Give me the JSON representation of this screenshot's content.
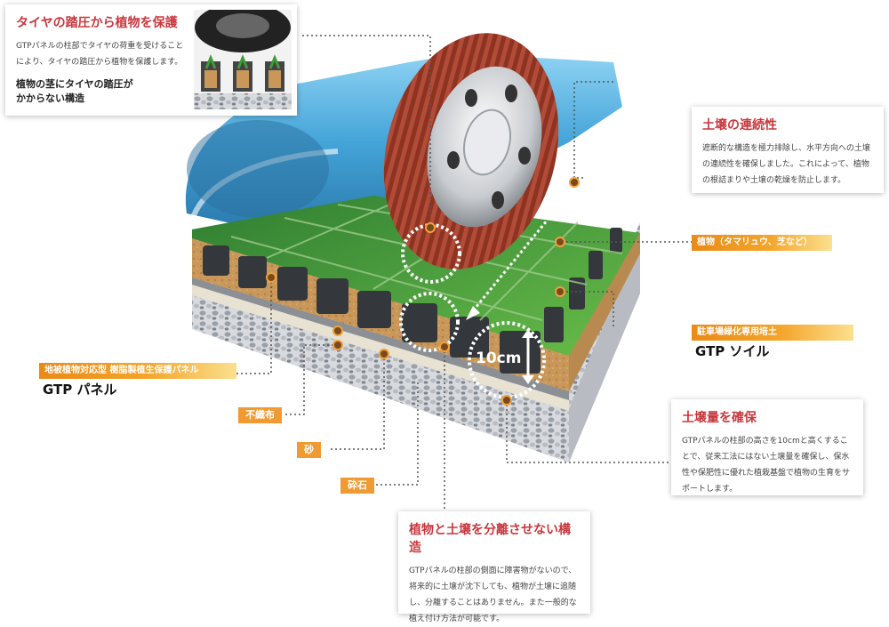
{
  "callouts": {
    "tire": {
      "title": "タイヤの踏圧から植物を保護",
      "body": "GTPパネルの柱部でタイヤの荷重を受けることにより、タイヤの踏圧から植物を保護します。",
      "emphasis_line1": "植物の茎にタイヤの踏圧が",
      "emphasis_line2": "かからない構造"
    },
    "continuity": {
      "title": "土壌の連続性",
      "body": "遮断的な構造を極力排除し、水平方向への土壌の連続性を確保しました。これによって、植物の根詰まりや土壌の乾燥を防止します。"
    },
    "soil_volume": {
      "title": "土壌量を確保",
      "body": "GTPパネルの柱部の高さを10cmと高くすることで、従来工法にはない土壌量を確保し、保水性や保肥性に優れた植栽基盤で植物の生育をサポートします。"
    },
    "separation": {
      "title": "植物と土壌を分離させない構造",
      "body": "GTPパネルの柱部の側面に障害物がないので、将来的に土壌が沈下しても、植物が土壌に追随し、分離することはありません。また一般的な植え付け方法が可能です。"
    }
  },
  "labels": {
    "plants": "植物（タマリュウ、芝など）",
    "soil_caption": "駐車場緑化専用培土",
    "soil_name": "GTP ソイル",
    "panel_caption": "地被植物対応型 樹脂製植生保護パネル",
    "panel_name": "GTP パネル",
    "nonwoven": "不織布",
    "sand": "砂",
    "gravel": "砕石",
    "height": "10cm"
  },
  "colors": {
    "accent_red": "#c8373d",
    "tag_orange": "#ef9a32",
    "car_blue": "#4aa8d8",
    "grass_green": "#3f9b3a"
  }
}
